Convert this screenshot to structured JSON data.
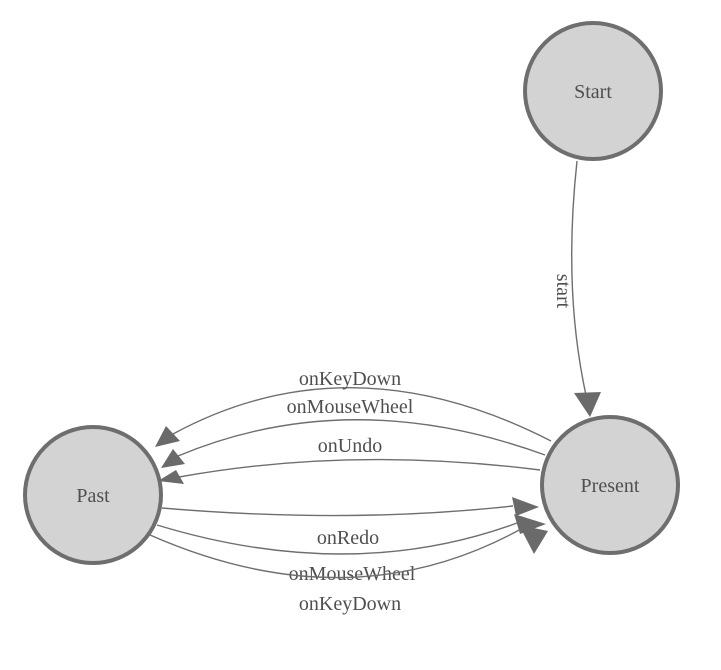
{
  "diagram": {
    "type": "state-machine",
    "nodes": [
      {
        "id": "start",
        "label": "Start"
      },
      {
        "id": "present",
        "label": "Present"
      },
      {
        "id": "past",
        "label": "Past"
      }
    ],
    "edges": [
      {
        "id": "start-to-present",
        "from": "Start",
        "to": "Present",
        "label": "start"
      },
      {
        "id": "present-to-past-onkeydown",
        "from": "Present",
        "to": "Past",
        "label": "onKeyDown"
      },
      {
        "id": "present-to-past-onmousewheel",
        "from": "Present",
        "to": "Past",
        "label": "onMouseWheel"
      },
      {
        "id": "present-to-past-onundo",
        "from": "Present",
        "to": "Past",
        "label": "onUndo"
      },
      {
        "id": "past-to-present-onredo",
        "from": "Past",
        "to": "Present",
        "label": "onRedo"
      },
      {
        "id": "past-to-present-onmousewheel",
        "from": "Past",
        "to": "Present",
        "label": "onMouseWheel"
      },
      {
        "id": "past-to-present-onkeydown",
        "from": "Past",
        "to": "Present",
        "label": "onKeyDown"
      }
    ],
    "colors": {
      "background": "#ffffff",
      "node_fill": "#d3d3d3",
      "node_stroke": "#6e6e6e",
      "edge_stroke": "#6e6e6e",
      "arrow_fill": "#6a6a6a",
      "label_color": "#4f4f4f"
    }
  }
}
